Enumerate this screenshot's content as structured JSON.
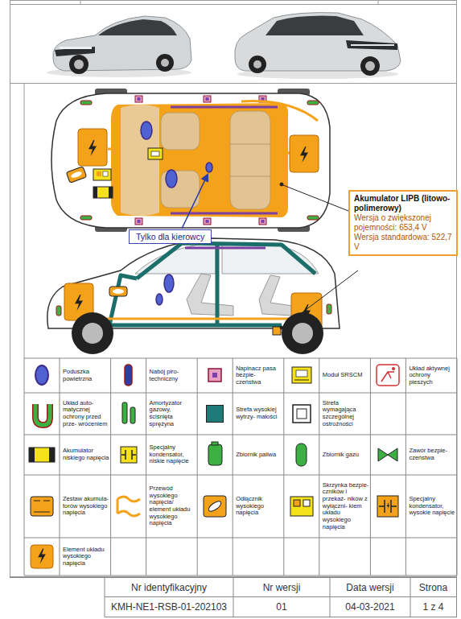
{
  "diagram": {
    "nodes": [
      {
        "text": [
          "Akumulator LIPB (litowo-polimerowy)",
          "Wersja o zwiększonej pojemności: 653,4 V",
          "Wersja standardowa: 522,7 V"
        ]
      },
      {
        "text": [
          "Tylko dla kierowcy"
        ]
      }
    ],
    "labels": [
      "Nr identyfikacyjny",
      "Nr wersji",
      "Data wersji",
      "Strona",
      "KMH-NE1-RSB-01-202103",
      "01",
      "04-03-2021",
      "1 z 4"
    ],
    "legend": [
      {
        "text": "Poduszka powietrzna"
      },
      {
        "text": "Nabój piro- techniczny"
      },
      {
        "text": "Napinacz pasa bezpie- czeństwa"
      },
      {
        "text": "Moduł SRSCM"
      },
      {
        "text": "Układ aktywnej ochrony pieszych"
      },
      {
        "text": "Układ auto- matycznej ochrony przed prze- wróceniem"
      },
      {
        "text": "Amortyzator gazowy, ściśnięta sprężyna"
      },
      {
        "text": "Strefa wysokiej wytrzy- małości",
        "color": "#1f7a78"
      },
      {
        "text": "Strefa wymagająca szczególnej ostrożności"
      },
      {
        "text": "Akumulator niskiego napięcia"
      },
      {
        "text": "Specjalny kondensator, niskie napięcie"
      },
      {
        "text": "Zbiornik paliwa"
      },
      {
        "text": "Zbiornik gazu"
      },
      {
        "text": "Zawór bezpie- czeństwa"
      },
      {
        "text": "Zestaw akumula- torów wysokiego napięcia"
      },
      {
        "text": "Przewód wysokiego napięcia/ element układu wysokiego napięcia"
      },
      {
        "text": "Odłącznik wysokiego napięcia"
      },
      {
        "text": "Skrzynka bezpie- czników i przekaź- ników z wyłączni- kiem układu wysokiego napięcia"
      },
      {
        "text": "Specjalny kondensator, wysokie napięcie"
      },
      {
        "text": "Element układu wysokiego napięcia"
      }
    ]
  }
}
